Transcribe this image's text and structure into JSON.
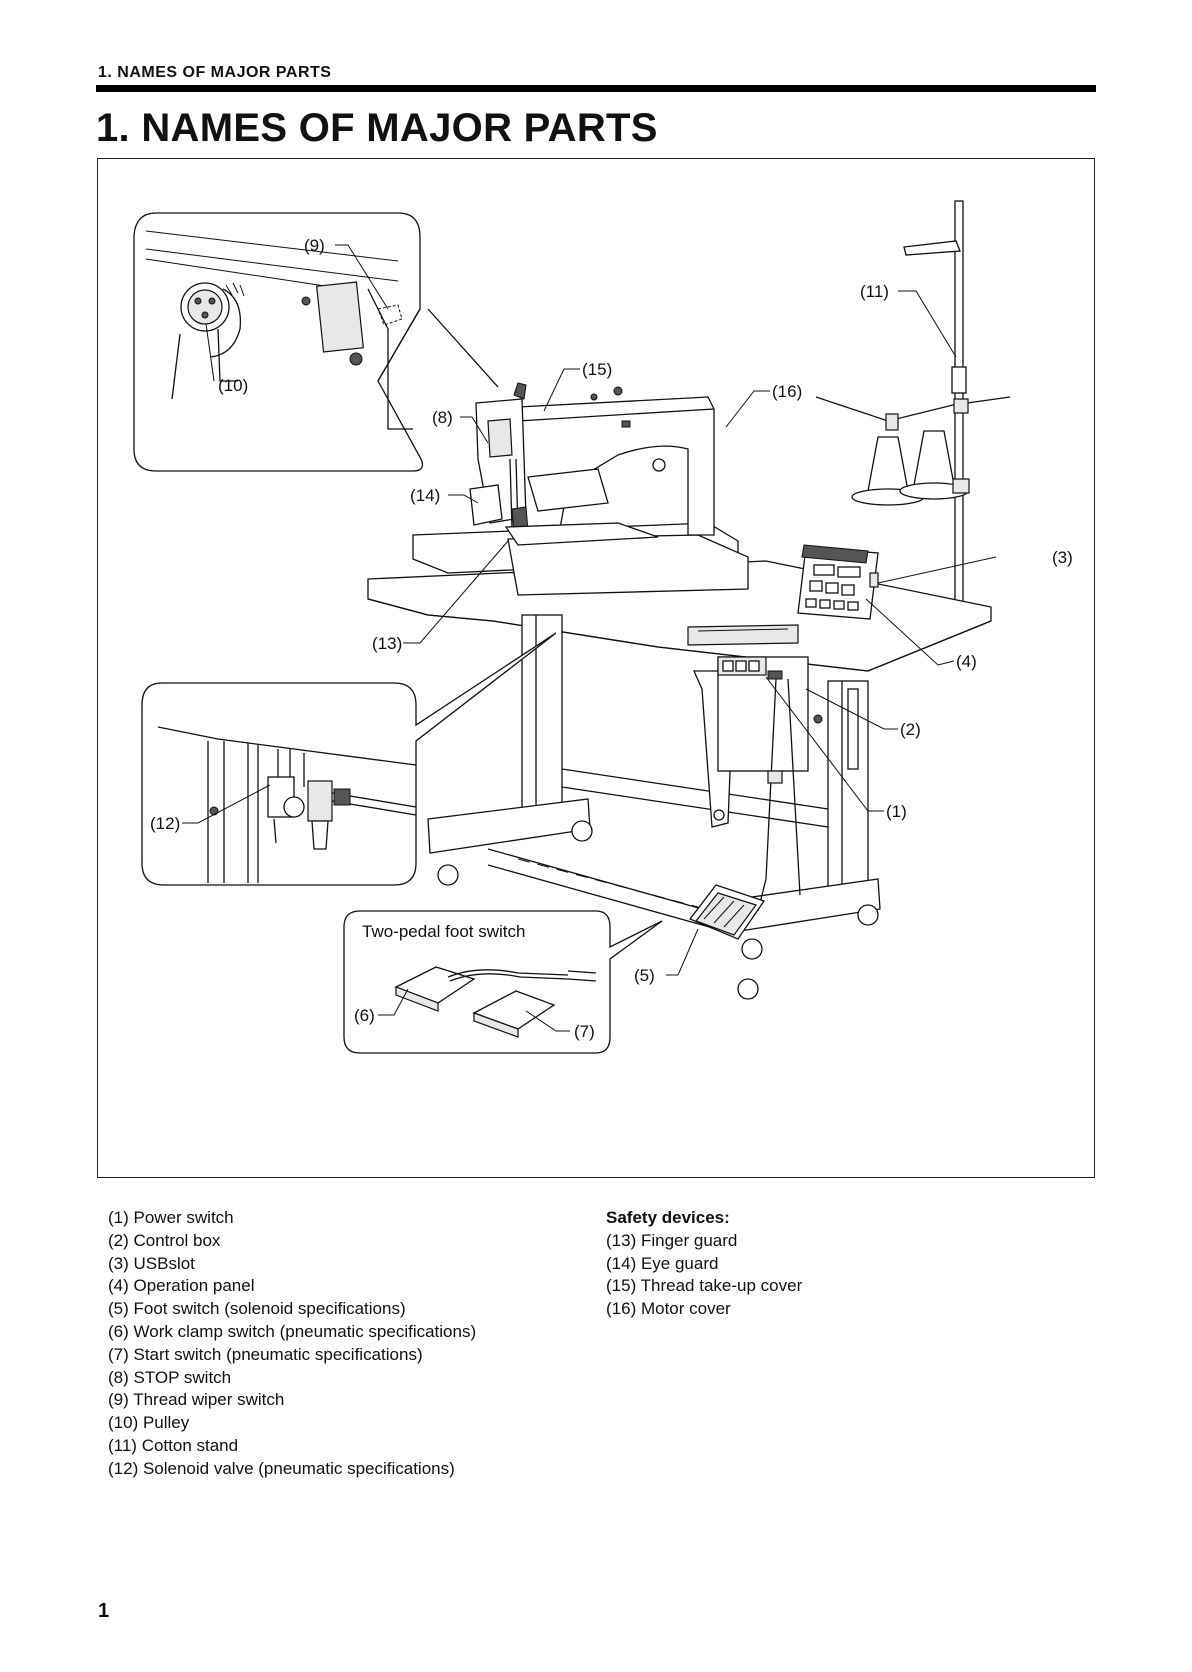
{
  "header": {
    "running_head": "1. NAMES OF MAJOR PARTS",
    "title": "1. NAMES OF MAJOR PARTS"
  },
  "figure": {
    "callouts": {
      "c1": "(1)",
      "c2": "(2)",
      "c3": "(3)",
      "c4": "(4)",
      "c5": "(5)",
      "c6": "(6)",
      "c7": "(7)",
      "c8": "(8)",
      "c9": "(9)",
      "c10": "(10)",
      "c11": "(11)",
      "c12": "(12)",
      "c13": "(13)",
      "c14": "(14)",
      "c15": "(15)",
      "c16": "(16)"
    },
    "foot_switch_label": "Two-pedal foot switch"
  },
  "legend_left": [
    "(1) Power switch",
    "(2) Control box",
    "(3) USBslot",
    "(4) Operation panel",
    "(5) Foot switch (solenoid specifications)",
    "(6) Work clamp switch (pneumatic specifications)",
    "(7) Start switch (pneumatic specifications)",
    "(8) STOP switch",
    "(9) Thread wiper switch",
    "(10) Pulley",
    "(11) Cotton stand",
    "(12) Solenoid valve (pneumatic specifications)"
  ],
  "legend_right": {
    "heading": "Safety devices:",
    "items": [
      "(13) Finger guard",
      "(14) Eye guard",
      "(15) Thread take-up cover",
      "(16) Motor cover"
    ]
  },
  "page_number": "1"
}
